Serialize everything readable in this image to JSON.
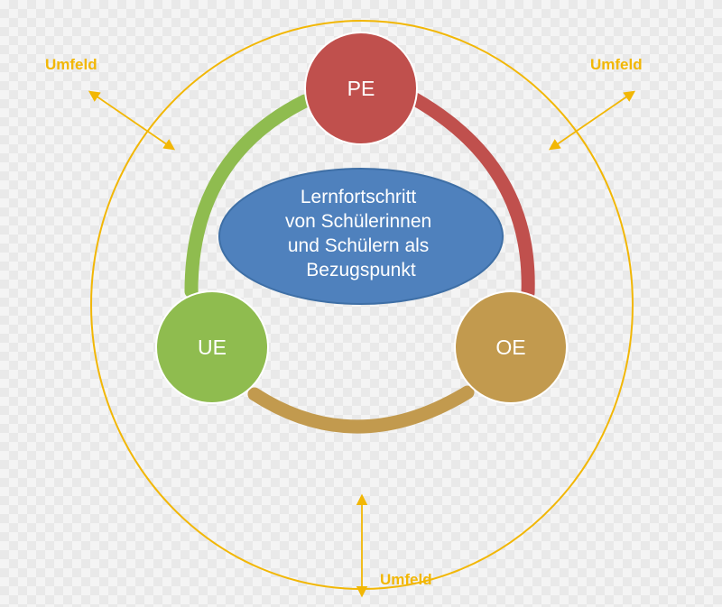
{
  "diagram": {
    "center_lines": [
      "Lernfortschritt",
      "von Schülerinnen",
      "und Schülern als",
      "Bezugspunkt"
    ],
    "nodes": {
      "pe": {
        "label": "PE",
        "color": "#c0504d"
      },
      "oe": {
        "label": "OE",
        "color": "#c29a4e"
      },
      "ue": {
        "label": "UE",
        "color": "#8fbc4f"
      }
    },
    "center_color": "#4f81bd",
    "environment_color": "#f2b705",
    "environment_labels": {
      "top_left": "Umfeld",
      "top_right": "Umfeld",
      "bottom": "Umfeld"
    }
  }
}
